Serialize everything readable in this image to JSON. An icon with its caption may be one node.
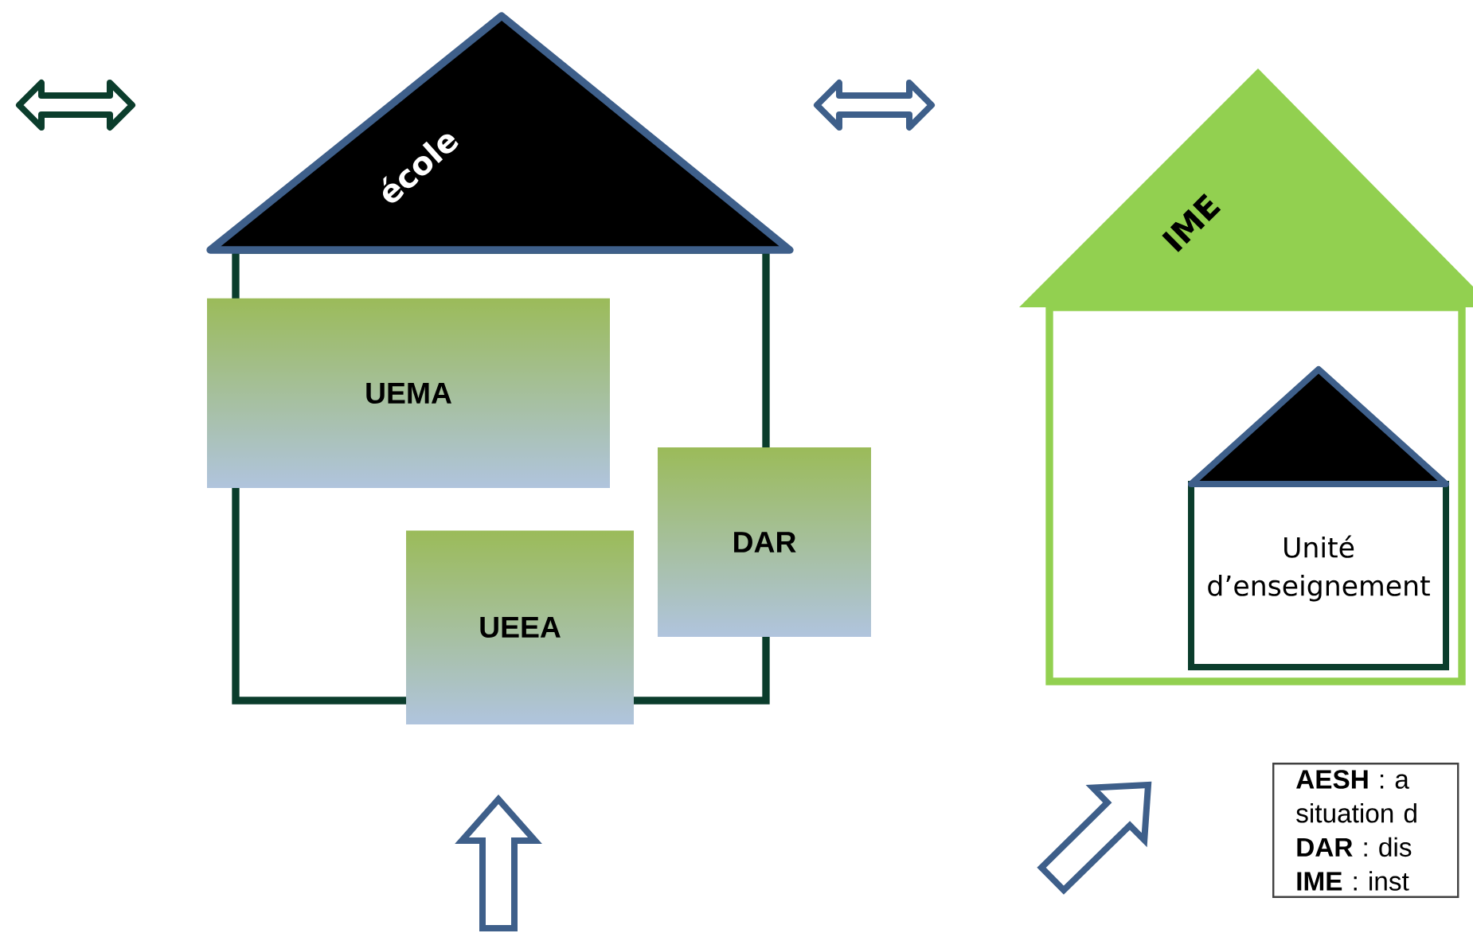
{
  "diagram": {
    "nodes": [
      {
        "text": [
          "école"
        ]
      },
      {
        "text": [
          "UEMA"
        ],
        "in": 0
      },
      {
        "text": [
          "UEEA"
        ],
        "in": 0
      },
      {
        "text": [
          "DAR"
        ]
      },
      {
        "text": [
          "IME"
        ]
      },
      {
        "text": [
          "Unité d’enseignement"
        ],
        "in": 4
      },
      {
        "text": [
          "**AESH** : a situation d",
          "**DAR** : dis",
          "**IME** : inst"
        ]
      }
    ],
    "edges": [
      {
        "from": 0,
        "to": 4,
        "arrow": "both"
      }
    ]
  }
}
